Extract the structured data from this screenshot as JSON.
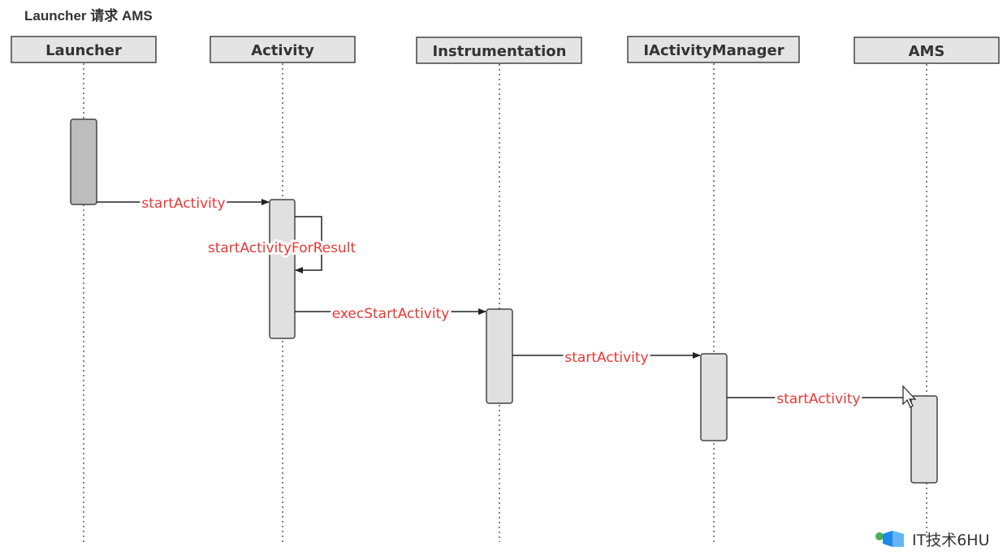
{
  "title": "Launcher 请求 AMS",
  "lifelines": [
    {
      "id": "launcher",
      "label": "Launcher"
    },
    {
      "id": "activity",
      "label": "Activity"
    },
    {
      "id": "instrumentation",
      "label": "Instrumentation"
    },
    {
      "id": "iactivitymanager",
      "label": "IActivityManager"
    },
    {
      "id": "ams",
      "label": "AMS"
    }
  ],
  "messages": [
    {
      "from": "launcher",
      "to": "activity",
      "label": "startActivity"
    },
    {
      "from": "activity",
      "to": "activity",
      "label": "startActivityForResult",
      "self": true
    },
    {
      "from": "activity",
      "to": "instrumentation",
      "label": "execStartActivity"
    },
    {
      "from": "instrumentation",
      "to": "iactivitymanager",
      "label": "startActivity"
    },
    {
      "from": "iactivitymanager",
      "to": "ams",
      "label": "startActivity"
    }
  ],
  "colors": {
    "message_label": "#e53935",
    "head_fill": "#e4e4e4",
    "activation_fill": "#e0e0e0",
    "activation_dark_fill": "#bdbdbd",
    "line": "#333333"
  },
  "watermark": {
    "text": "IT技术6HU"
  }
}
